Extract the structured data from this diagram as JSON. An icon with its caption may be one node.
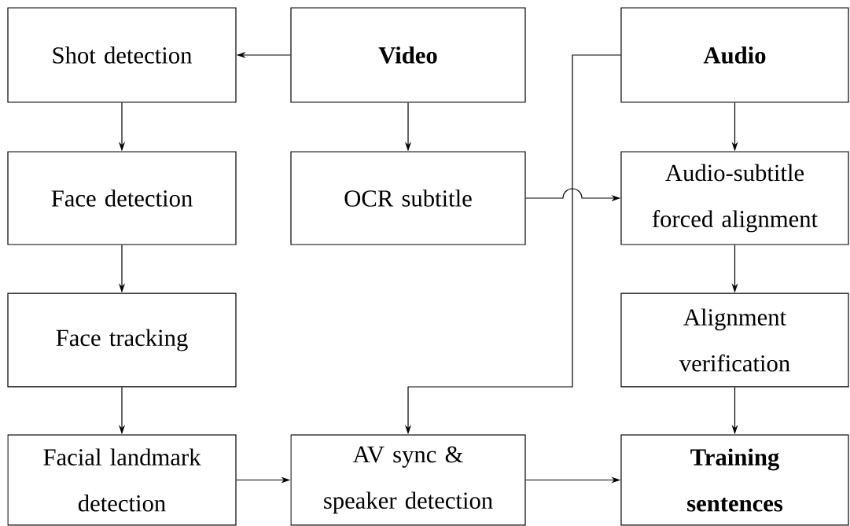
{
  "diagram": {
    "nodes": [
      {
        "text": [
          "Shot detection"
        ]
      },
      {
        "text": [
          "Video"
        ]
      },
      {
        "text": [
          "Audio"
        ]
      },
      {
        "text": [
          "Face detection"
        ]
      },
      {
        "text": [
          "OCR subtitle"
        ]
      },
      {
        "text": [
          "Audio-subtitle forced alignment"
        ]
      },
      {
        "text": [
          "Face tracking"
        ]
      },
      {
        "text": [
          "Alignment verification"
        ]
      },
      {
        "text": [
          "Facial landmark detection"
        ]
      },
      {
        "text": [
          "AV sync & speaker detection"
        ]
      },
      {
        "text": [
          "Training sentences"
        ]
      }
    ],
    "edges": [
      {
        "from": 1,
        "to": 0,
        "arrow": "to"
      },
      {
        "from": 1,
        "to": 4,
        "arrow": "to"
      },
      {
        "from": 2,
        "to": 5,
        "arrow": "to"
      },
      {
        "from": 0,
        "to": 3,
        "arrow": "to"
      },
      {
        "from": 4,
        "to": 5,
        "arrow": "to"
      },
      {
        "from": 2,
        "to": 9,
        "arrow": "to"
      },
      {
        "from": 3,
        "to": 6,
        "arrow": "to"
      },
      {
        "from": 5,
        "to": 7,
        "arrow": "to"
      },
      {
        "from": 6,
        "to": 8,
        "arrow": "to"
      },
      {
        "from": 7,
        "to": 10,
        "arrow": "to"
      },
      {
        "from": 8,
        "to": 9,
        "arrow": "to"
      },
      {
        "from": 9,
        "to": 10,
        "arrow": "to"
      }
    ]
  }
}
